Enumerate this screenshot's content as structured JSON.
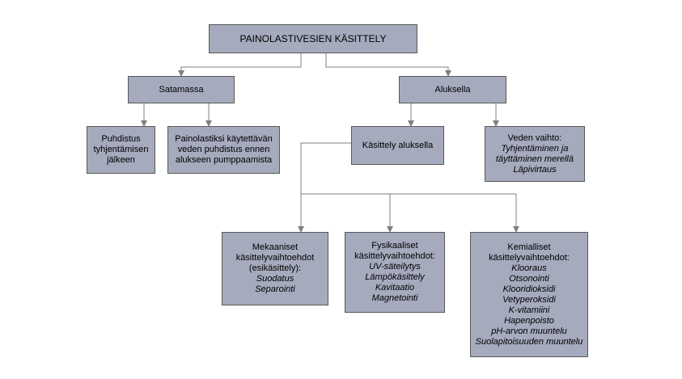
{
  "root": {
    "label": "PAINOLASTIVESIEN KÄSITTELY"
  },
  "port": {
    "label": "Satamassa"
  },
  "ship": {
    "label": "Aluksella"
  },
  "cleaning_after": {
    "label": "Puhdistus tyhjentämisen jälkeen"
  },
  "cleaning_before": {
    "label": "Painolastiksi käytettävän veden puhdistus ennen alukseen pumppaamista"
  },
  "onboard": {
    "label": "Käsittely aluksella"
  },
  "exchange": {
    "title": "Veden vaihto:",
    "items": [
      "Tyhjentäminen ja täyttäminen merellä",
      "Läpivirtaus"
    ]
  },
  "mechanical": {
    "title": "Mekaaniset käsittelyvaihtoehdot (esikäsittely):",
    "items": [
      "Suodatus",
      "Separointi"
    ]
  },
  "physical": {
    "title": "Fysikaaliset käsittelyvaihtoehdot:",
    "items": [
      "UV-säteilytys",
      "Lämpökäsittely",
      "Kavitaatio",
      "Magnetointi"
    ]
  },
  "chemical": {
    "title": "Kemialliset käsittelyvaihtoehdot:",
    "items": [
      "Klooraus",
      "Otsonointi",
      "Klooridioksidi",
      "Vetyperoksidi",
      "K-vitamiini",
      "Hapenpoisto",
      "pH-arvon muuntelu",
      "Suolapitoisuuden muuntelu"
    ]
  },
  "colors": {
    "box_fill": "#a5aabd",
    "box_border": "#595959",
    "connector": "#7f7f7f"
  }
}
